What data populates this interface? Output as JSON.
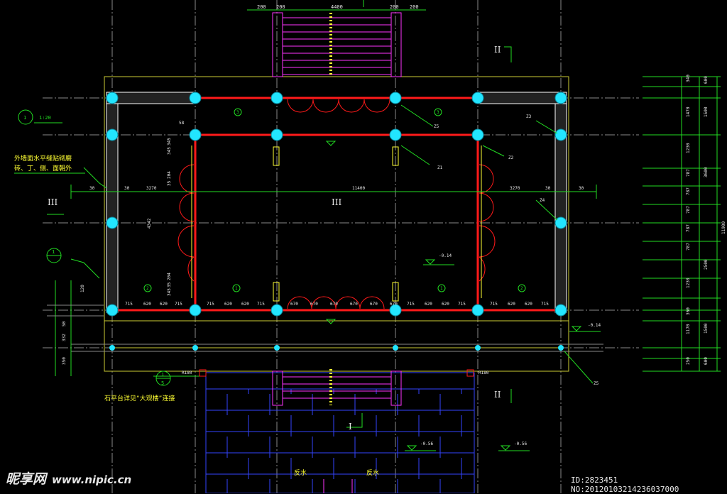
{
  "colors": {
    "bg": "#000000",
    "axis": "#9a9a9a",
    "wall": "#ffffff",
    "red": "#ff1a1a",
    "yellow": "#ffff33",
    "green": "#22dd22",
    "cyan": "#22e5ff",
    "magenta": "#ff33ff",
    "blue": "#3344ff",
    "white": "#e6e6e6"
  },
  "top_dims": [
    "200",
    "200",
    "4400",
    "200",
    "200"
  ],
  "section_marks": {
    "ii": "II",
    "iii": "III",
    "i": "I"
  },
  "callout_1": {
    "num": "1",
    "scale": "1:20"
  },
  "note_wall": [
    "外墙面水平缝贴砌磨",
    "砖、丁、侧、面朝外"
  ],
  "note_platform": "石平台详见“大观楼”连接",
  "overall_dims": [
    "30",
    "30",
    "3270",
    "11400",
    "3270",
    "30",
    "30"
  ],
  "left_vertical_dims": [
    "345",
    "345",
    "204",
    "35",
    "4342",
    "204",
    "35",
    "345",
    "120"
  ],
  "left_outside_dims": [
    "120",
    "50",
    "332",
    "350"
  ],
  "right_dims_inner": [
    "340",
    "1470",
    "1230",
    "787",
    "787",
    "787",
    "787",
    "787",
    "1230",
    "360",
    "1170",
    "250"
  ],
  "right_dims_mid": [
    "600",
    "1500",
    "3600",
    "2500",
    "1500",
    "600"
  ],
  "right_dim_total": "11900",
  "bottom_dims_left": [
    "715",
    "620",
    "620",
    "715"
  ],
  "bottom_dims_mid_left": [
    "715",
    "620",
    "620",
    "715"
  ],
  "bottom_dims_center": [
    "670",
    "670",
    "670",
    "670",
    "670",
    "670"
  ],
  "bottom_dims_mid_right": [
    "715",
    "620",
    "620",
    "715"
  ],
  "bottom_dims_right": [
    "715",
    "620",
    "620",
    "715"
  ],
  "column_tags": [
    "Z5",
    "Z1",
    "Z2",
    "Z3",
    "Z4",
    "Z5"
  ],
  "small_dims": [
    "58"
  ],
  "circle_marks": [
    "3",
    "3",
    "2",
    "1",
    "1",
    "2"
  ],
  "elevations": [
    "-0.14",
    "-0.14",
    "-0.56",
    "-0.56"
  ],
  "radius_marks": [
    "R180",
    "R180"
  ],
  "callout_5": {
    "num": "1",
    "den": "5"
  },
  "stair_text": [
    "反水",
    "反水"
  ],
  "watermark": {
    "brand": "昵享网",
    "url": "www.nipic.cn"
  },
  "image_id": "ID:2823451 NO:20120103214236037000"
}
